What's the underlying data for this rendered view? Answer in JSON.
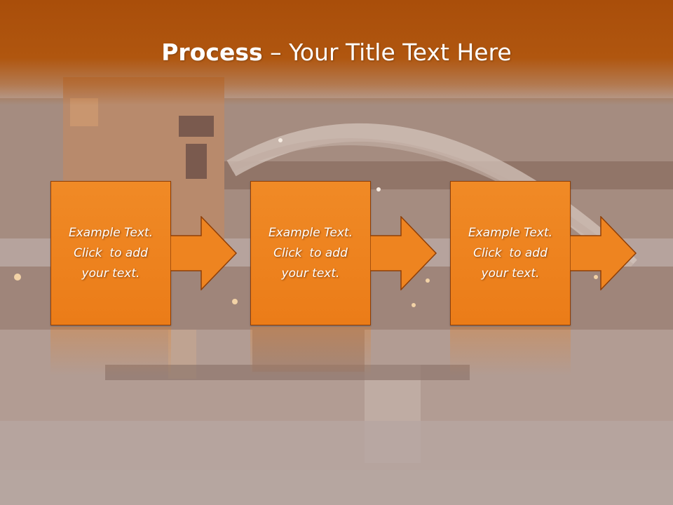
{
  "slide": {
    "title_bold": "Process",
    "title_rest": " – Your Title Text Here"
  },
  "steps": [
    {
      "lines": [
        "Example Text.",
        "Click  to add",
        "your text."
      ]
    },
    {
      "lines": [
        "Example Text.",
        "Click  to add",
        "your text."
      ]
    },
    {
      "lines": [
        "Example Text.",
        "Click  to add",
        "your text."
      ]
    }
  ],
  "colors": {
    "header": "#ab500c",
    "box_fill": "#ee8420",
    "box_border": "#8f3e06",
    "text": "#ffffff"
  },
  "icons": {
    "connector": "right-arrow-icon"
  }
}
